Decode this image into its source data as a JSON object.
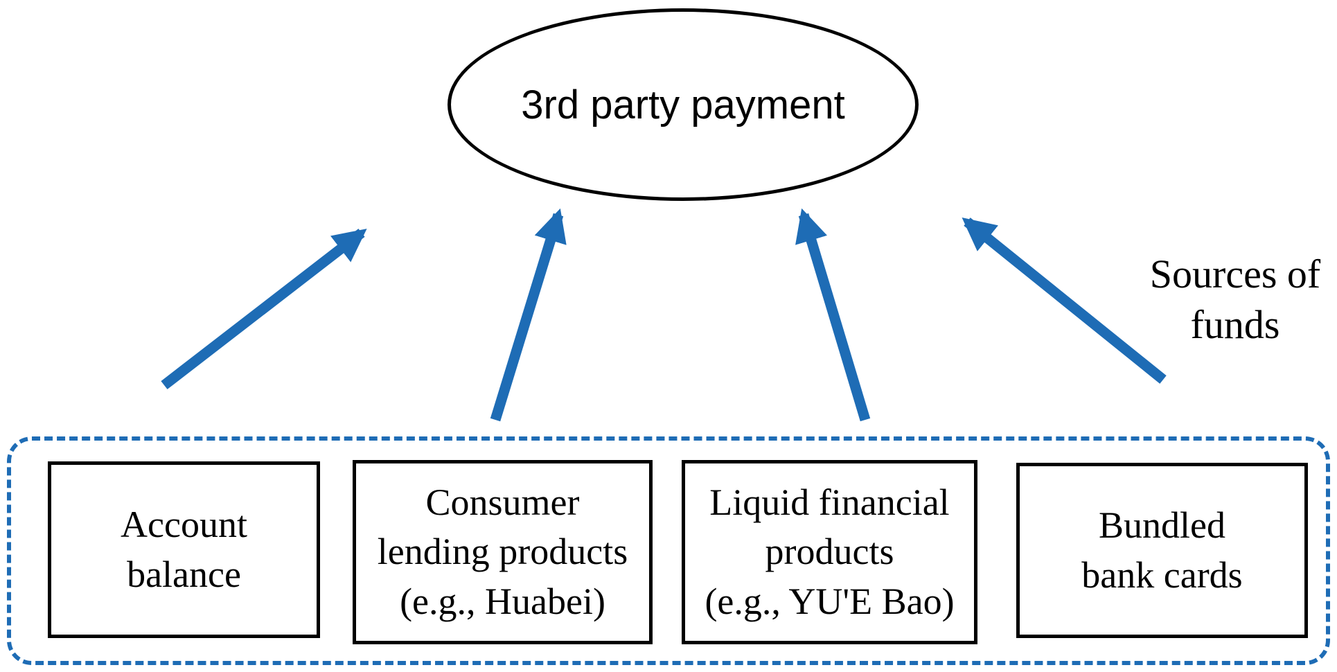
{
  "colors": {
    "accent": "#1e6cb5",
    "ink": "#000000",
    "background": "#ffffff"
  },
  "diagram": {
    "title": "3rd party payment",
    "side_label": "Sources of funds",
    "sources": [
      {
        "name": "account-balance",
        "label": "Account balance",
        "lines": [
          "Account",
          "balance"
        ]
      },
      {
        "name": "consumer-lending-products",
        "label": "Consumer lending products (e.g., Huabei)",
        "lines": [
          "Consumer",
          "lending products",
          "(e.g., Huabei)"
        ]
      },
      {
        "name": "liquid-financial-products",
        "label": "Liquid financial products (e.g., YU'E Bao)",
        "lines": [
          "Liquid financial",
          "products",
          "(e.g., YU'E Bao)"
        ]
      },
      {
        "name": "bundled-bank-cards",
        "label": "Bundled bank cards",
        "lines": [
          "Bundled",
          "bank cards"
        ]
      }
    ]
  }
}
